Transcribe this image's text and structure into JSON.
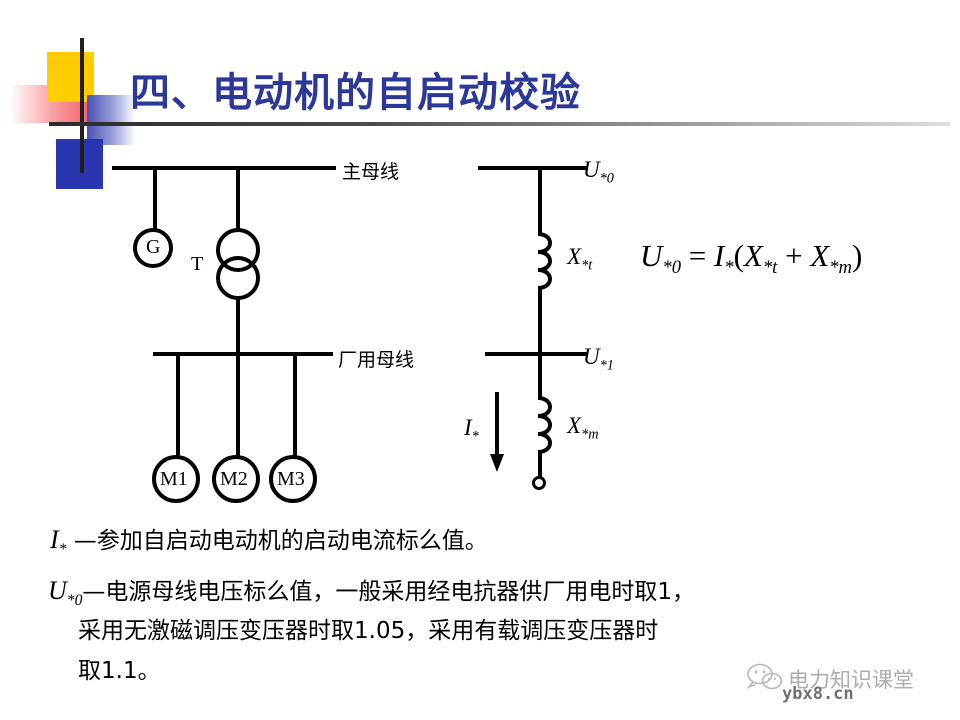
{
  "slide": {
    "title": "四、电动机的自启动校验",
    "title_color": "#2c3898"
  },
  "left_diagram": {
    "main_bus_label": "主母线",
    "plant_bus_label": "厂用母线",
    "generator_label": "G",
    "transformer_label": "T",
    "motors": [
      "M1",
      "M2",
      "M3"
    ]
  },
  "right_diagram": {
    "node_top_label": "U",
    "node_top_sub": "*0",
    "node_mid_label": "U",
    "node_mid_sub": "*1",
    "reactance_transformer": "X",
    "reactance_transformer_sub": "*t",
    "reactance_motor": "X",
    "reactance_motor_sub": "*m",
    "current_label": "I",
    "current_sub": "*"
  },
  "formula": {
    "lhs": "U",
    "lhs_sub": "*0",
    "equals": "=",
    "current": "I",
    "current_sub": "*",
    "open_paren": "(",
    "term1": "X",
    "term1_sub": "*t",
    "plus": "+",
    "term2": "X",
    "term2_sub": "*m",
    "close_paren": ")"
  },
  "notes": {
    "line1_symbol": "I",
    "line1_symbol_sub": "*",
    "line1_text": "—参加自启动电动机的启动电流标么值。",
    "line2_symbol": "U",
    "line2_symbol_sub": "*0",
    "line2_text": "—电源母线电压标么值，一般采用经电抗器供厂用电时取1，",
    "line3_text": "采用无激磁调压变压器时取1.05，采用有载调压变压器时",
    "line4_text": "取1.1。"
  },
  "watermark": {
    "icon": "wechat-icon",
    "channel": "电力知识课堂",
    "url": "ybx8.cn"
  }
}
